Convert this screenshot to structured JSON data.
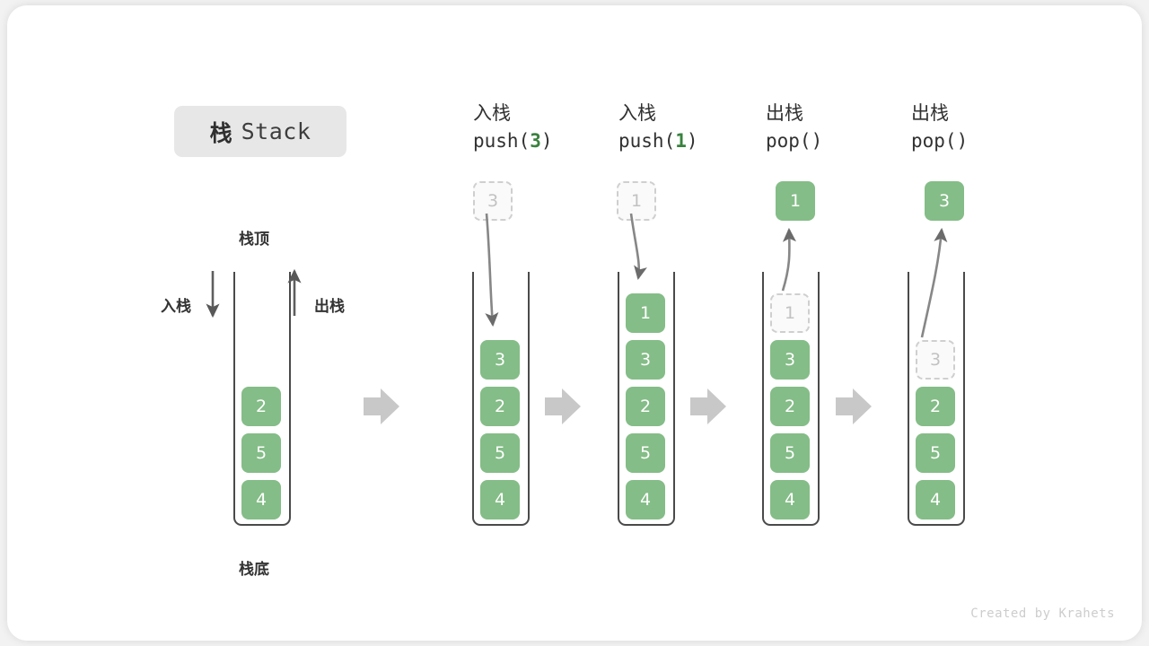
{
  "figure": {
    "title_cn": "栈",
    "title_en": "Stack",
    "credit": "Created by Krahets"
  },
  "legend": {
    "top_label": "栈顶",
    "bottom_label": "栈底",
    "push_label": "入栈",
    "pop_label": "出栈"
  },
  "colors": {
    "element": "#84bd87",
    "element_text": "#ffffff",
    "ghost_fill": "#fafafa",
    "ghost_border": "#cfcfcf",
    "ghost_text": "#c2c2c2",
    "tube_border": "#4a4a4a",
    "separator_arrow": "#c8c8c8",
    "badge_bg": "#e7e7e7",
    "code_arg": "#39823f"
  },
  "chart_data": {
    "type": "diagram",
    "title": "栈 Stack",
    "description": "Stack LIFO operations: initial stack then push(3), push(1), pop(), pop()",
    "columns": [
      {
        "id": "initial",
        "head_cn": "",
        "head_code": "",
        "stack_top_to_bottom": [
          "2",
          "5",
          "4"
        ],
        "incoming": null,
        "outgoing": null
      },
      {
        "id": "push-3",
        "head_cn": "入栈",
        "head_code": "push(",
        "head_arg": "3",
        "head_code_end": ")",
        "stack_top_to_bottom": [
          "3",
          "2",
          "5",
          "4"
        ],
        "incoming": "3",
        "outgoing": null
      },
      {
        "id": "push-1",
        "head_cn": "入栈",
        "head_code": "push(",
        "head_arg": "1",
        "head_code_end": ")",
        "stack_top_to_bottom": [
          "1",
          "3",
          "2",
          "5",
          "4"
        ],
        "incoming": "1",
        "outgoing": null
      },
      {
        "id": "pop-1",
        "head_cn": "出栈",
        "head_code": "pop(",
        "head_arg": "",
        "head_code_end": ")",
        "stack_top_to_bottom": [
          "1",
          "3",
          "2",
          "5",
          "4"
        ],
        "ghost_index": 0,
        "incoming": null,
        "outgoing": "1"
      },
      {
        "id": "pop-2",
        "head_cn": "出栈",
        "head_code": "pop(",
        "head_arg": "",
        "head_code_end": ")",
        "stack_top_to_bottom": [
          "3",
          "2",
          "5",
          "4"
        ],
        "ghost_index": 0,
        "incoming": null,
        "outgoing": "3"
      }
    ]
  },
  "cells": {
    "c0_2": "2",
    "c0_5": "5",
    "c0_4": "4",
    "c1_ghost": "3",
    "c1_3": "3",
    "c1_2": "2",
    "c1_5": "5",
    "c1_4": "4",
    "c2_ghost": "1",
    "c2_1": "1",
    "c2_3": "3",
    "c2_2": "2",
    "c2_5": "5",
    "c2_4": "4",
    "c3_out": "1",
    "c3_ghost": "1",
    "c3_3": "3",
    "c3_2": "2",
    "c3_5": "5",
    "c3_4": "4",
    "c4_out": "3",
    "c4_ghost": "3",
    "c4_2": "2",
    "c4_5": "5",
    "c4_4": "4"
  },
  "heads": {
    "h1_cn": "入栈",
    "h1_pre": "push(",
    "h1_arg": "3",
    "h1_post": ")",
    "h2_cn": "入栈",
    "h2_pre": "push(",
    "h2_arg": "1",
    "h2_post": ")",
    "h3_cn": "出栈",
    "h3_pre": "pop(",
    "h3_arg": "",
    "h3_post": ")",
    "h4_cn": "出栈",
    "h4_pre": "pop(",
    "h4_arg": "",
    "h4_post": ")"
  }
}
